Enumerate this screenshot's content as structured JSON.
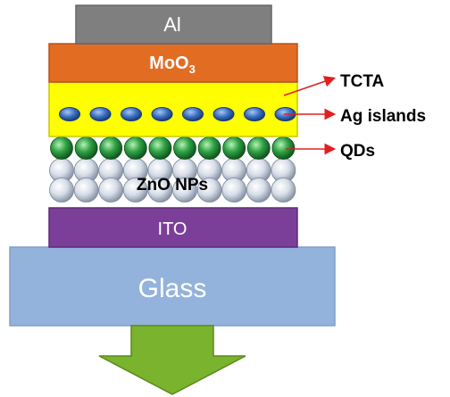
{
  "layers": {
    "al": {
      "label": "Al",
      "color": "#7f7f7f"
    },
    "moo3": {
      "label": "MoO",
      "subscript": "3",
      "color": "#e36c23"
    },
    "tcta": {
      "color": "#ffff00"
    },
    "ito": {
      "label": "ITO",
      "color": "#7b3f99"
    },
    "glass": {
      "label": "Glass",
      "color": "#93b3dd"
    }
  },
  "zno": {
    "label": "ZnO NPs"
  },
  "callouts": {
    "tcta": "TCTA",
    "ag": "Ag islands",
    "qds": "QDs"
  },
  "colors": {
    "ag_island": "#3b6fc0",
    "qd": "#2fa344",
    "zno_sphere": "#dfe5ee",
    "arrow": "#e02020",
    "output_arrow": "#7ab32e"
  },
  "counts": {
    "ag_islands": 8,
    "qds": 10
  }
}
